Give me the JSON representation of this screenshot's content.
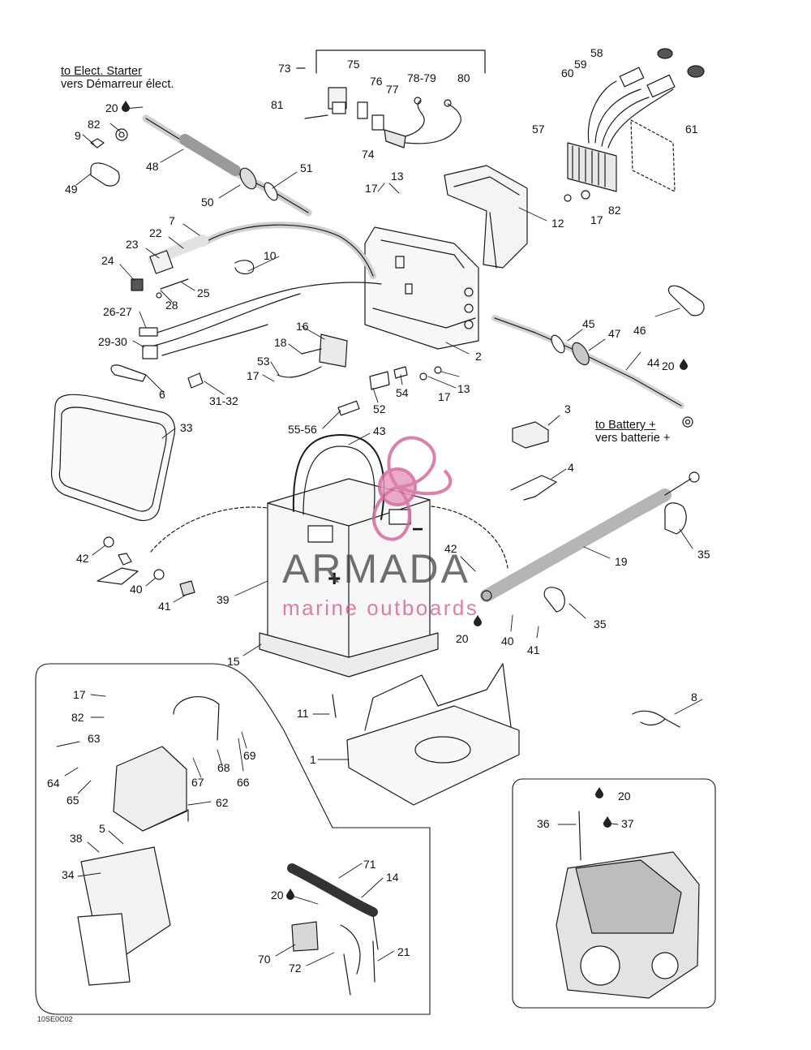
{
  "notes": {
    "starter_line1": "to Elect. Starter",
    "starter_line2": "vers Démarreur élect.",
    "battery_line1": "to Battery +",
    "battery_line2": "vers batterie +"
  },
  "drawing_code": "10SE0C02",
  "watermark": {
    "brand": "ARMADA",
    "tagline": "marine outboards",
    "brand_color": "#d56a9c"
  },
  "terminal_signs": {
    "positive": "+",
    "negative": "−"
  },
  "callouts": [
    "73",
    "75",
    "76",
    "77",
    "78-79",
    "80",
    "81",
    "74",
    "58",
    "59",
    "60",
    "61",
    "57",
    "82",
    "17",
    "20",
    "9",
    "82",
    "49",
    "48",
    "50",
    "51",
    "13",
    "17",
    "12",
    "7",
    "22",
    "10",
    "23",
    "24",
    "28",
    "25",
    "26-27",
    "29-30",
    "16",
    "18",
    "53",
    "17",
    "2",
    "45",
    "47",
    "46",
    "44",
    "20",
    "6",
    "31-32",
    "52",
    "54",
    "13",
    "17",
    "55-56",
    "43",
    "3",
    "4",
    "33",
    "42",
    "40",
    "41",
    "39",
    "15",
    "19",
    "42",
    "35",
    "35",
    "20",
    "40",
    "41",
    "8",
    "11",
    "1",
    "17",
    "82",
    "63",
    "64",
    "65",
    "67",
    "68",
    "69",
    "66",
    "62",
    "5",
    "38",
    "34",
    "71",
    "14",
    "20",
    "70",
    "72",
    "21",
    "20",
    "36",
    "37"
  ]
}
